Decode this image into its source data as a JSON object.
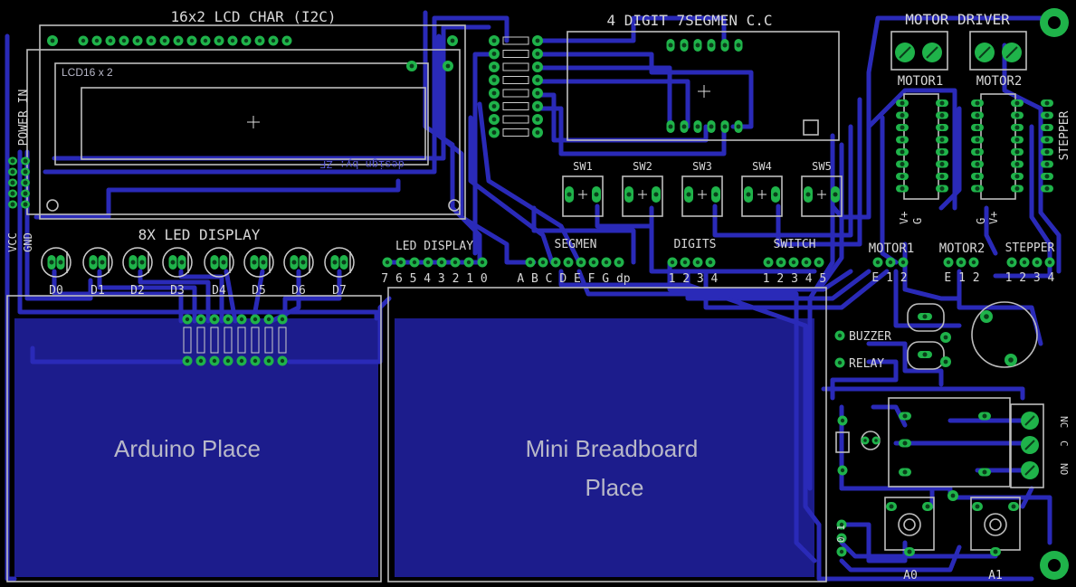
{
  "lcd": {
    "title": "16x2 LCD CHAR (I2C)",
    "inner_label": "LCD16 x 2",
    "design_credit": "design by: ZF"
  },
  "seven_segment": {
    "title": "4 DIGIT 7SEGMEN C.C"
  },
  "motor_driver": {
    "title": "MOTOR DRIVER",
    "motor1_label": "MOTOR1",
    "motor2_label": "MOTOR2",
    "stepper_label": "STEPPER",
    "vplus_label": "V+",
    "gnd_label": "G"
  },
  "power": {
    "label": "POWER IN",
    "vcc": "VCC",
    "gnd": "GND"
  },
  "led_display": {
    "title": "8X LED DISPLAY",
    "leds": [
      "D0",
      "D1",
      "D2",
      "D3",
      "D4",
      "D5",
      "D6",
      "D7"
    ]
  },
  "switches": [
    "SW1",
    "SW2",
    "SW3",
    "SW4",
    "SW5"
  ],
  "headers": {
    "led": {
      "label": "LED DISPLAY",
      "pins": "7 6 5 4 3 2 1 0"
    },
    "segment": {
      "label": "SEGMEN",
      "pins": "A B C D E F G dp"
    },
    "digits": {
      "label": "DIGITS",
      "pins": "1 2 3 4"
    },
    "switch": {
      "label": "SWITCH",
      "pins": "1 2 3 4 5"
    },
    "motor1": {
      "label": "MOTOR1",
      "pins": "E 1 2"
    },
    "motor2": {
      "label": "MOTOR2",
      "pins": "E 1 2"
    },
    "stepper": {
      "label": "STEPPER",
      "pins": "1 2 3 4"
    }
  },
  "buzzer_label": "BUZZER",
  "relay_label": "RELAY",
  "relay_terminals": {
    "nc": "NC",
    "c": "C",
    "no": "NO"
  },
  "analog": {
    "a0": "A0",
    "a1": "A1",
    "side_pins": "0 1"
  },
  "areas": {
    "arduino": "Arduino Place",
    "breadboard_line1": "Mini Breadboard",
    "breadboard_line2": "Place"
  },
  "colors": {
    "background": "#000000",
    "trace": "#2a2ab8",
    "pour": "#1c1c8c",
    "pad": "#1fb34a",
    "silkscreen": "#d8d8d8"
  }
}
